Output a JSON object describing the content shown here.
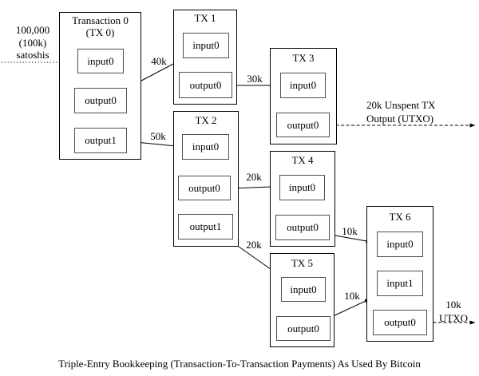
{
  "caption": "Triple-Entry Bookkeeping (Transaction-To-Transaction Payments) As Used By Bitcoin",
  "external_input": {
    "lines": [
      "100,000",
      "(100k)",
      "satoshis"
    ],
    "style": "dotted-arrow",
    "to": "tx0.input0"
  },
  "transactions": [
    {
      "title": "Transaction 0",
      "subtitle": "(TX 0)",
      "ports": [
        "input0",
        "output0",
        "output1"
      ]
    },
    {
      "title": "TX 1",
      "ports": [
        "input0",
        "output0"
      ]
    },
    {
      "title": "TX 2",
      "ports": [
        "input0",
        "output0",
        "output1"
      ]
    },
    {
      "title": "TX 3",
      "ports": [
        "input0",
        "output0"
      ]
    },
    {
      "title": "TX 4",
      "ports": [
        "input0",
        "output0"
      ]
    },
    {
      "title": "TX 5",
      "ports": [
        "input0",
        "output0"
      ]
    },
    {
      "title": "TX 6",
      "ports": [
        "input0",
        "input1",
        "output0"
      ]
    }
  ],
  "flows": [
    {
      "label": "40k",
      "from": "tx0.output0",
      "to": "tx1.input0"
    },
    {
      "label": "50k",
      "from": "tx0.output1",
      "to": "tx2.input0"
    },
    {
      "label": "30k",
      "from": "tx1.output0",
      "to": "tx3.input0"
    },
    {
      "label": "20k",
      "from": "tx2.output0",
      "to": "tx4.input0"
    },
    {
      "label": "20k",
      "from": "tx2.output1",
      "to": "tx5.input0"
    },
    {
      "label": "10k",
      "from": "tx4.output0",
      "to": "tx6.input0"
    },
    {
      "label": "10k",
      "from": "tx5.output0",
      "to": "tx6.input1"
    }
  ],
  "utxo_outputs": [
    {
      "lines": [
        "20k Unspent TX",
        "Output (UTXO)"
      ],
      "from": "tx3.output0",
      "style": "dashed-arrow"
    },
    {
      "lines": [
        "10k",
        "UTXO"
      ],
      "from": "tx6.output0",
      "style": "dashed-arrow"
    }
  ],
  "colors": {
    "background": "#ffffff",
    "line": "#000000",
    "outer_box_border": "#000000",
    "inner_box_border": "#4f4f4f"
  }
}
